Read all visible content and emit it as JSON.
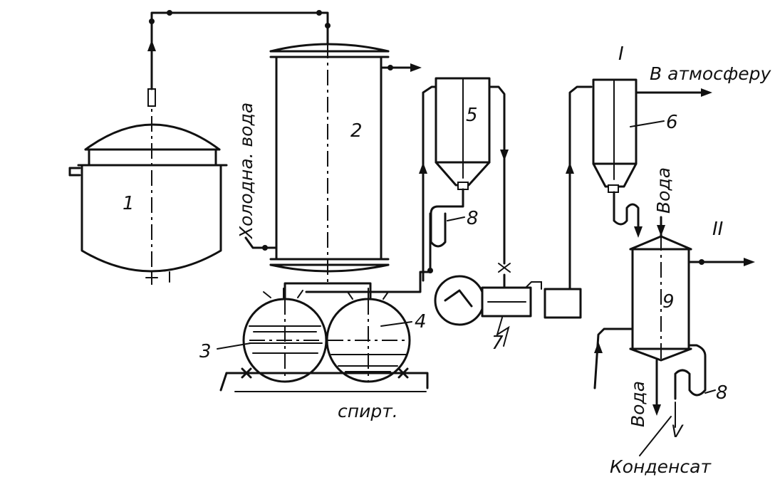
{
  "labels": {
    "n1": "1",
    "n2": "2",
    "n3": "3",
    "n4": "4",
    "n5": "5",
    "n6": "6",
    "n7": "7",
    "n8a": "8",
    "n8b": "8",
    "n9": "9",
    "roman1": "I",
    "roman2": "II"
  },
  "texts": {
    "cold_water": "Холодна. вода",
    "to_atmosphere": "В атмосферу",
    "water_top": "Вода",
    "water_bottom": "Вода",
    "alcohol": "спирт.",
    "condensate": "Конденсат",
    "v_mark": "V"
  }
}
